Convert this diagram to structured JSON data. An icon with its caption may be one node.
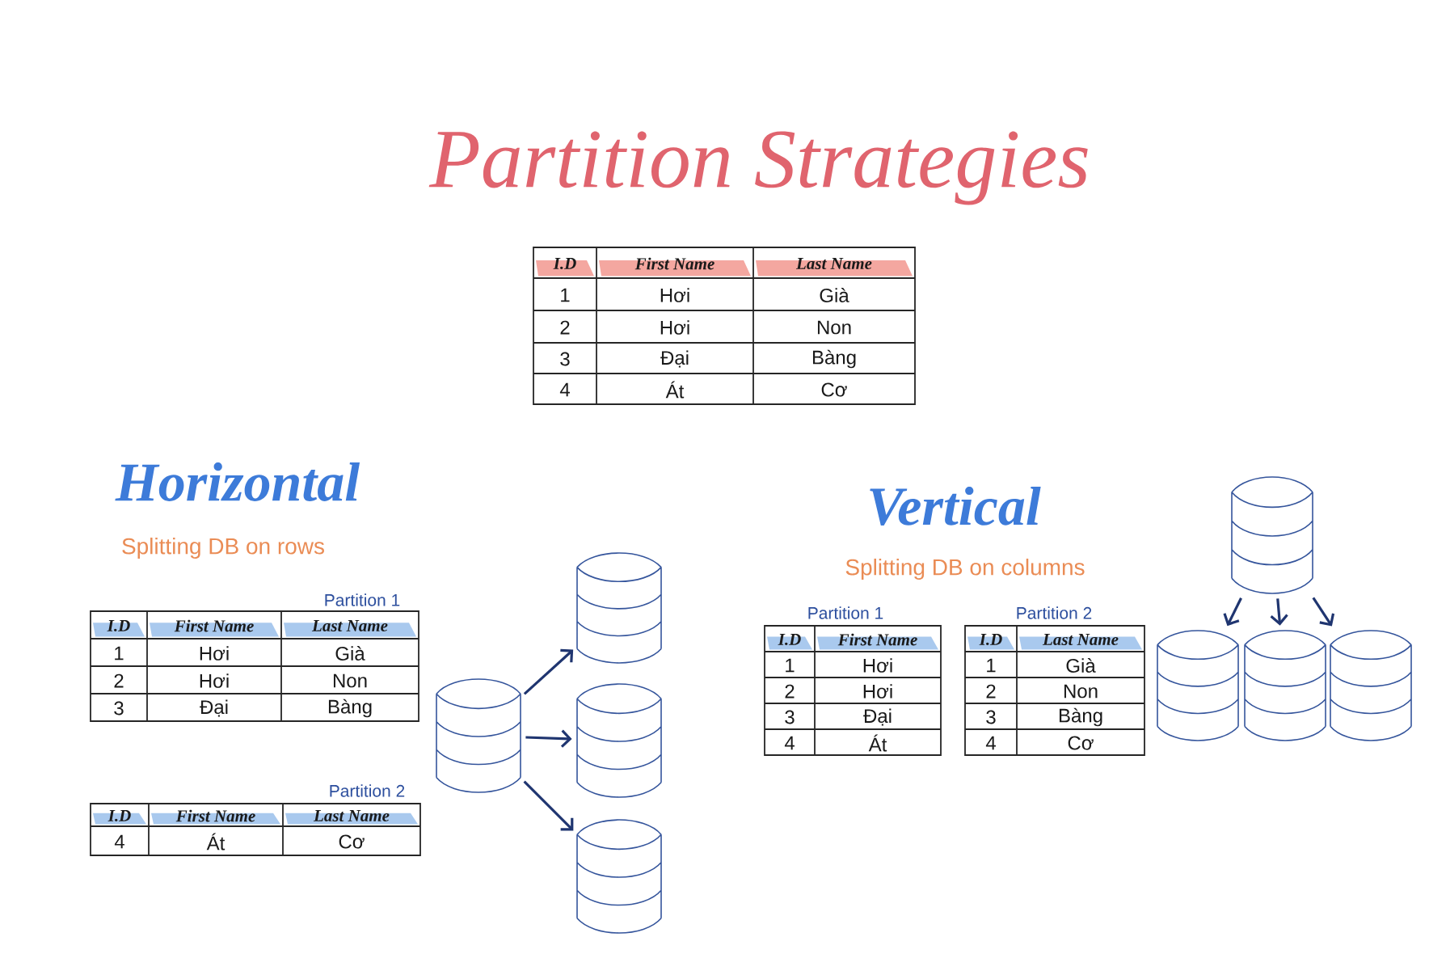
{
  "diagram": {
    "title": "Partition Strategies",
    "nodes": [
      {
        "text": [],
        "shape": "cylinder"
      },
      {
        "text": [],
        "shape": "cylinder"
      },
      {
        "text": [],
        "shape": "cylinder"
      },
      {
        "text": [],
        "shape": "cylinder"
      },
      {
        "text": [],
        "shape": "cylinder"
      },
      {
        "text": [],
        "shape": "cylinder"
      },
      {
        "text": [],
        "shape": "cylinder"
      },
      {
        "text": [],
        "shape": "cylinder"
      }
    ],
    "edges": [
      {
        "from": 0,
        "to": 1,
        "arrow": "to"
      },
      {
        "from": 0,
        "to": 2,
        "arrow": "to"
      },
      {
        "from": 0,
        "to": 3,
        "arrow": "to"
      },
      {
        "from": 4,
        "to": 5,
        "arrow": "to"
      },
      {
        "from": 4,
        "to": 6,
        "arrow": "to"
      },
      {
        "from": 4,
        "to": 7,
        "arrow": "to"
      }
    ],
    "labels": [
      "I.D",
      "First Name",
      "Last Name",
      "1",
      "Hơi",
      "Già",
      "2",
      "Hơi",
      "Non",
      "3",
      "Đại",
      "Bàng",
      "4",
      "Át",
      "Cơ",
      "Horizontal",
      "Splitting DB on rows",
      "Partition 1",
      "I.D",
      "First Name",
      "Last Name",
      "1",
      "Hơi",
      "Già",
      "2",
      "Hơi",
      "Non",
      "3",
      "Đại",
      "Bàng",
      "Partition 2",
      "I.D",
      "First Name",
      "Last Name",
      "4",
      "Át",
      "Cơ",
      "Vertical",
      "Splitting DB on columns",
      "Partition 1",
      "I.D",
      "First Name",
      "1",
      "Hơi",
      "2",
      "Hơi",
      "3",
      "Đại",
      "4",
      "Át",
      "Partition 2",
      "I.D",
      "Last Name",
      "1",
      "Già",
      "2",
      "Non",
      "3",
      "Bàng",
      "4",
      "Cơ"
    ]
  }
}
